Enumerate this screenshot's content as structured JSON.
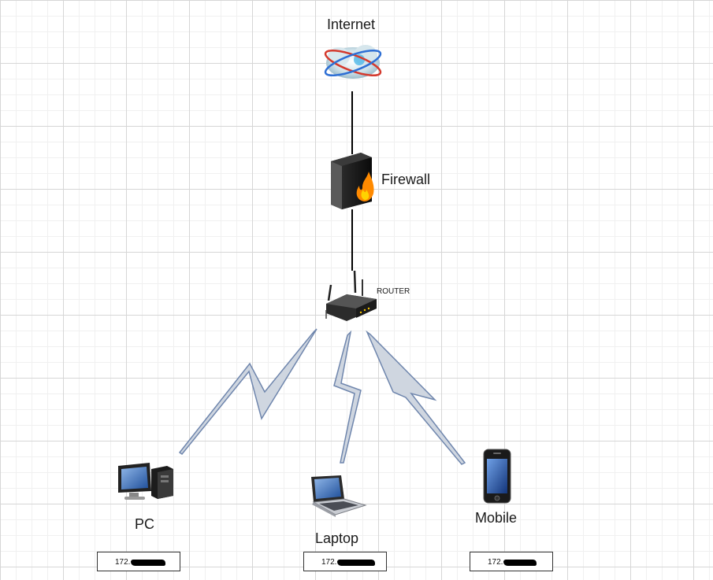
{
  "nodes": {
    "internet": {
      "label": "Internet",
      "icon": "cloud-globe-icon"
    },
    "firewall": {
      "label": "Firewall",
      "icon": "firewall-icon"
    },
    "router": {
      "label": "ROUTER",
      "icon": "router-icon"
    },
    "pc": {
      "label": "PC",
      "icon": "desktop-pc-icon",
      "ip": "172."
    },
    "laptop": {
      "label": "Laptop",
      "icon": "laptop-icon",
      "ip": "172."
    },
    "mobile": {
      "label": "Mobile",
      "icon": "mobile-phone-icon",
      "ip": "172."
    }
  },
  "colors": {
    "wired_link": "#000000",
    "wireless_link_fill": "#c8d0dc",
    "wireless_link_stroke": "#6f86ad",
    "grid": "#d6d6d6"
  }
}
